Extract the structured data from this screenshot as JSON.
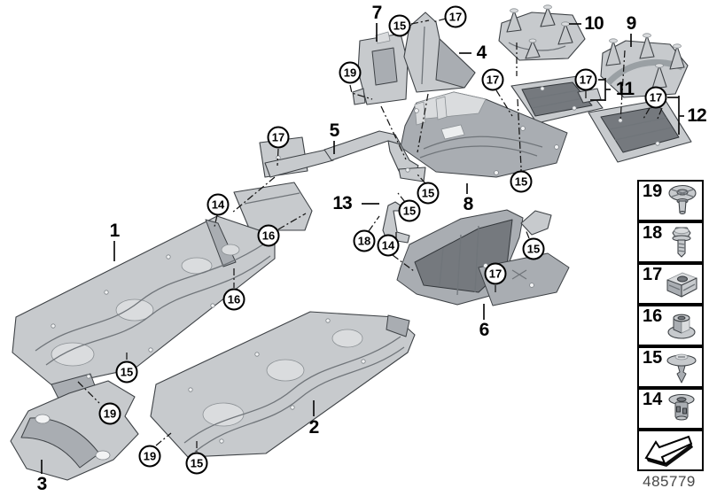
{
  "figure_number": "485779",
  "part_labels": {
    "p1": "1",
    "p2": "2",
    "p3": "3",
    "p4": "4",
    "p5": "5",
    "p6": "6",
    "p7": "7",
    "p8": "8",
    "p9": "9",
    "p10": "10",
    "p11": "11",
    "p12": "12",
    "p13": "13"
  },
  "callout_labels": {
    "n14": "14",
    "n15": "15",
    "n16": "16",
    "n17": "17",
    "n18": "18",
    "n19": "19"
  },
  "legend": {
    "items": [
      {
        "number": "19",
        "icon": "push-rivet-icon"
      },
      {
        "number": "18",
        "icon": "hex-bolt-icon"
      },
      {
        "number": "17",
        "icon": "cage-nut-icon"
      },
      {
        "number": "16",
        "icon": "plastic-nut-icon"
      },
      {
        "number": "15",
        "icon": "expanding-rivet-icon"
      },
      {
        "number": "14",
        "icon": "expansion-nut-icon"
      }
    ],
    "arrow_icon": "direction-arrow-icon"
  }
}
